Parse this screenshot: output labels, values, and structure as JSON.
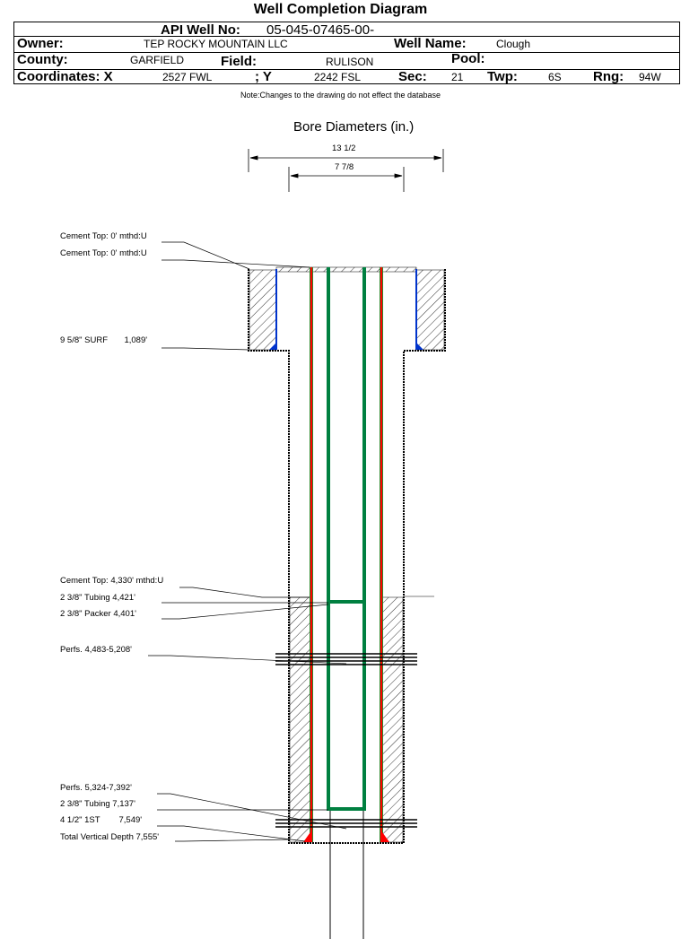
{
  "title": "Well Completion Diagram",
  "header": {
    "api_label": "API Well No:",
    "api_value": "05-045-07465-00-",
    "owner_label": "Owner:",
    "owner_value": "TEP ROCKY MOUNTAIN LLC",
    "well_name_label": "Well Name:",
    "well_name_value": "Clough",
    "county_label": "County:",
    "county_value": "GARFIELD",
    "field_label": "Field:",
    "field_value": "RULISON",
    "pool_label": "Pool:",
    "coord_x_label": "Coordinates: X",
    "coord_x_value": "2527 FWL",
    "coord_y_label": "; Y",
    "coord_y_value": "2242 FSL",
    "sec_label": "Sec:",
    "sec_value": "21",
    "twp_label": "Twp:",
    "twp_value": "6S",
    "rng_label": "Rng:",
    "rng_value": "94W"
  },
  "note": "Note:Changes to the drawing do not effect the database",
  "bore": {
    "title": "Bore Diameters (in.)",
    "outer": "13 1/2",
    "inner": "7 7/8"
  },
  "labels": [
    "Cement Top: 0' mthd:U",
    "Cement Top: 0' mthd:U",
    "9 5/8\" SURF       1,089'",
    "Cement Top: 4,330' mthd:U",
    "2 3/8\" Tubing 4,421'",
    "2 3/8\" Packer 4,401'",
    "Perfs. 4,483-5,208'",
    "Perfs. 5,324-7,392'",
    "2 3/8\" Tubing 7,137'",
    "4 1/2\" 1ST        7,549'",
    "Total Vertical Depth 7,555'"
  ],
  "colors": {
    "surface_casing": "#0033cc",
    "production_casing": "#ff0000",
    "tubing": "#008040"
  }
}
